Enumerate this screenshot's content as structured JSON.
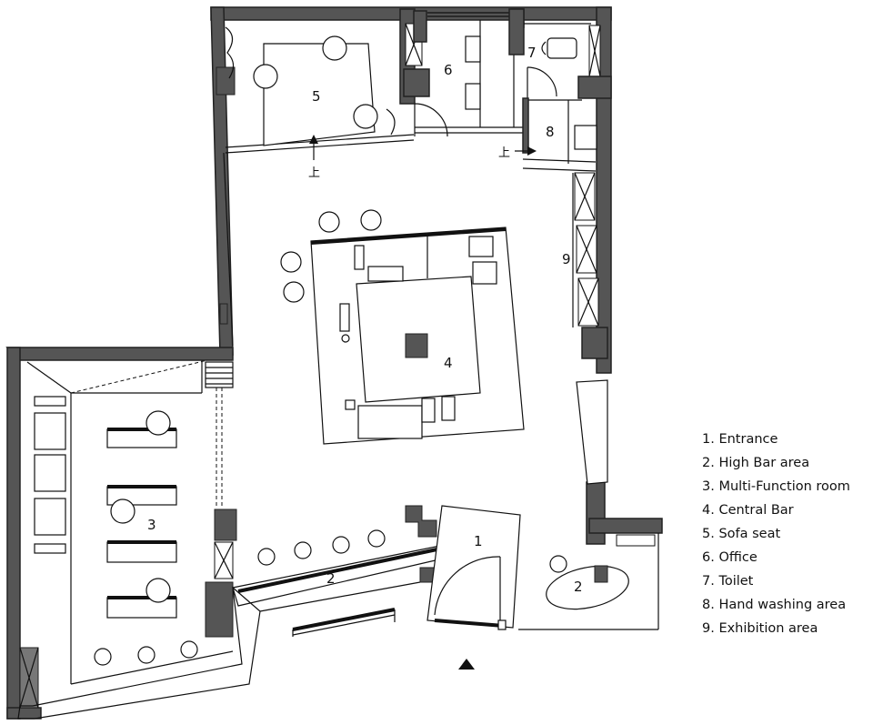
{
  "room_numbers": {
    "entrance": "1",
    "high_bar_a": "2",
    "high_bar_b": "2",
    "multi_function": "3",
    "central_bar": "4",
    "sofa_seat": "5",
    "office": "6",
    "toilet": "7",
    "hand_washing": "8",
    "exhibition": "9"
  },
  "legend": [
    "1. Entrance",
    "2. High Bar area",
    "3. Multi-Function room",
    "4. Central Bar",
    "5. Sofa seat",
    "6. Office",
    "7. Toilet",
    "8. Hand washing area",
    "9. Exhibition area"
  ],
  "section_marks": {
    "a": "上",
    "b": "上"
  }
}
